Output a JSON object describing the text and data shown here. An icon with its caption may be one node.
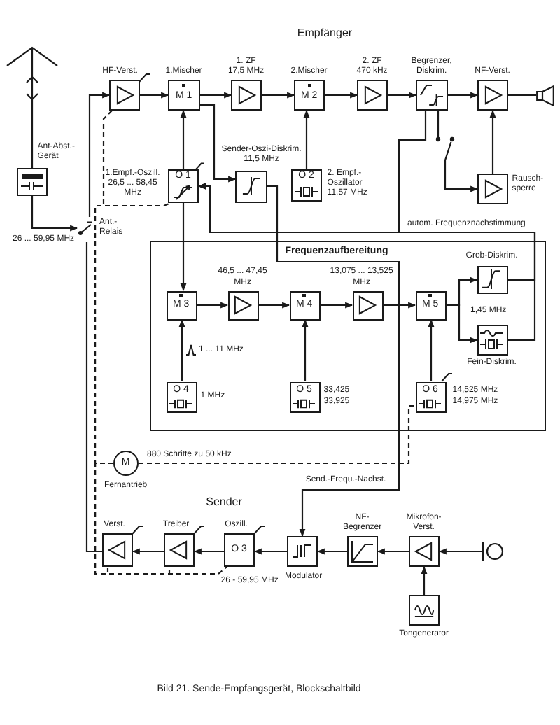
{
  "diagram": {
    "caption": "Bild 21. Sende-Empfangsgerät, Blockschaltbild",
    "nodes": [
      {
        "text": [],
        "shape": "antenna"
      },
      {
        "text": [
          "Ant-Abst.- Gerät"
        ]
      },
      {
        "text": [
          "Ant.- Relais"
        ]
      },
      {
        "text": [
          "HF-Verst."
        ]
      },
      {
        "text": [
          "1.Mischer",
          "M 1"
        ]
      },
      {
        "text": [
          "1. ZF 17,5 MHz"
        ]
      },
      {
        "text": [
          "2.Mischer",
          "M 2"
        ]
      },
      {
        "text": [
          "2. ZF 470 kHz"
        ]
      },
      {
        "text": [
          "Begrenzer, Diskrim."
        ]
      },
      {
        "text": [
          "NF-Verst."
        ]
      },
      {
        "text": [],
        "shape": "speaker"
      },
      {
        "text": [
          "1.Empf.-Oszill. 26,5 ... 58,45 MHz",
          "O 1"
        ]
      },
      {
        "text": [
          "Sender-Oszi-Diskrim. 11,5 MHz"
        ]
      },
      {
        "text": [
          "O 2",
          "2. Empf.- Oszillator 11,57 MHz"
        ]
      },
      {
        "text": [
          "Rausch- sperre"
        ]
      },
      {
        "text": [],
        "shape": "switch"
      },
      {
        "text": [
          "Frequenzaufbereitung"
        ]
      },
      {
        "text": [
          "M 3"
        ],
        "in": 16
      },
      {
        "text": [
          "46,5 ... 47,45 MHz"
        ],
        "in": 16
      },
      {
        "text": [
          "M 4"
        ],
        "in": 16
      },
      {
        "text": [
          "13,075 ... 13,525 MHz"
        ],
        "in": 16
      },
      {
        "text": [
          "M 5"
        ],
        "in": 16
      },
      {
        "text": [
          "Grob-Diskrim."
        ],
        "in": 16
      },
      {
        "text": [
          "Fein-Diskrim."
        ],
        "in": 16
      },
      {
        "text": [
          "O 4"
        ],
        "beside": [
          "1 MHz"
        ],
        "in": 16
      },
      {
        "text": [
          "O 5"
        ],
        "beside": [
          "33,425 33,925"
        ],
        "in": 16
      },
      {
        "text": [
          "O 6"
        ],
        "beside": [
          "14,525 MHz 14,975 MHz"
        ],
        "in": 16
      },
      {
        "text": [
          "M",
          "Fernantrieb"
        ]
      },
      {
        "text": [
          "Verst."
        ]
      },
      {
        "text": [
          "Treiber"
        ]
      },
      {
        "text": [
          "Oszill.",
          "O 3"
        ],
        "beside": [
          "26 - 59,95 MHz"
        ]
      },
      {
        "text": [
          "Modulator"
        ]
      },
      {
        "text": [
          "NF- Begrenzer"
        ]
      },
      {
        "text": [
          "Mikrofon- Verst."
        ]
      },
      {
        "text": [],
        "shape": "microphone"
      },
      {
        "text": [
          "Tongenerator"
        ]
      }
    ],
    "edges": [
      {
        "from": 0,
        "to": 1,
        "arrow": "none"
      },
      {
        "from": 1,
        "to": 2,
        "arrow": "to"
      },
      {
        "from": 2,
        "to": 3,
        "arrow": "to"
      },
      {
        "from": 3,
        "to": 4,
        "arrow": "to"
      },
      {
        "from": 4,
        "to": 5,
        "arrow": "to"
      },
      {
        "from": 5,
        "to": 6,
        "arrow": "to"
      },
      {
        "from": 6,
        "to": 7,
        "arrow": "to"
      },
      {
        "from": 7,
        "to": 8,
        "arrow": "to"
      },
      {
        "from": 8,
        "to": 9,
        "arrow": "to"
      },
      {
        "from": 9,
        "to": 10,
        "arrow": "none"
      },
      {
        "from": 11,
        "to": 4,
        "arrow": "to"
      },
      {
        "from": 4,
        "to": 12,
        "arrow": "to"
      },
      {
        "from": 13,
        "to": 6,
        "arrow": "to"
      },
      {
        "from": 8,
        "to": 15,
        "arrow": "none"
      },
      {
        "from": 15,
        "to": 14,
        "arrow": "to"
      },
      {
        "from": 14,
        "to": 9,
        "arrow": "to"
      },
      {
        "from": 8,
        "to": 11,
        "arrow": "to"
      },
      {
        "from": 22,
        "to": 11,
        "arrow": "to",
        "label": "autom. Frequenznachstimmung"
      },
      {
        "from": 23,
        "to": 11,
        "arrow": "to"
      },
      {
        "from": 11,
        "to": 17,
        "arrow": "to"
      },
      {
        "from": 24,
        "to": 17,
        "arrow": "to",
        "label": "1 ... 11 MHz"
      },
      {
        "from": 17,
        "to": 18,
        "arrow": "to"
      },
      {
        "from": 18,
        "to": 19,
        "arrow": "to"
      },
      {
        "from": 19,
        "to": 20,
        "arrow": "to"
      },
      {
        "from": 20,
        "to": 21,
        "arrow": "to"
      },
      {
        "from": 25,
        "to": 19,
        "arrow": "to"
      },
      {
        "from": 26,
        "to": 21,
        "arrow": "to"
      },
      {
        "from": 21,
        "to": 22,
        "arrow": "to"
      },
      {
        "from": 21,
        "to": 23,
        "arrow": "to"
      },
      {
        "from": 12,
        "to": 31,
        "arrow": "to",
        "label": "Send.-Frequ.-Nachst."
      },
      {
        "from": 27,
        "to": 3,
        "arrow": "none",
        "style": "dashed"
      },
      {
        "from": 27,
        "to": 11,
        "arrow": "none",
        "style": "dashed"
      },
      {
        "from": 27,
        "to": 26,
        "arrow": "none",
        "style": "dashed",
        "label": "880 Schritte zu 50 kHz"
      },
      {
        "from": 27,
        "to": 28,
        "arrow": "none",
        "style": "dashed"
      },
      {
        "from": 27,
        "to": 29,
        "arrow": "none",
        "style": "dashed"
      },
      {
        "from": 27,
        "to": 30,
        "arrow": "none",
        "style": "dashed"
      },
      {
        "from": 34,
        "to": 33,
        "arrow": "to"
      },
      {
        "from": 35,
        "to": 33,
        "arrow": "to"
      },
      {
        "from": 33,
        "to": 32,
        "arrow": "to"
      },
      {
        "from": 32,
        "to": 31,
        "arrow": "to"
      },
      {
        "from": 31,
        "to": 30,
        "arrow": "to"
      },
      {
        "from": 30,
        "to": 29,
        "arrow": "to"
      },
      {
        "from": 29,
        "to": 28,
        "arrow": "to"
      },
      {
        "from": 28,
        "to": 2,
        "arrow": "none"
      }
    ],
    "labels": [
      "Empfänger",
      "26 ... 59,95 MHz",
      "1,45 MHz",
      "Sender"
    ]
  }
}
